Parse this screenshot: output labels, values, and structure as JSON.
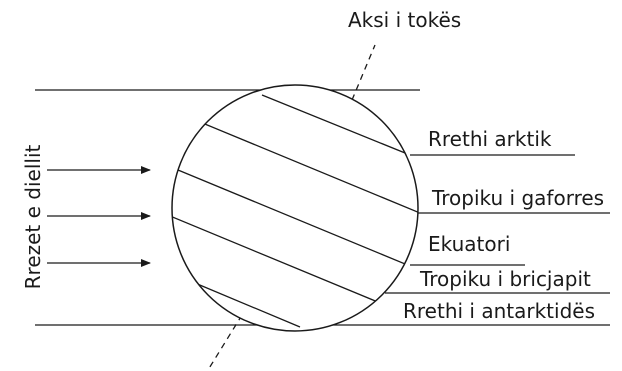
{
  "diagram": {
    "axis_label": "Aksi i tokës",
    "sun_rays_label": "Rrezet e diellit",
    "lines": [
      {
        "key": "arctic",
        "label": "Rrethi arktik"
      },
      {
        "key": "cancer",
        "label": "Tropiku i gaforres"
      },
      {
        "key": "equator",
        "label": "Ekuatori"
      },
      {
        "key": "capricorn",
        "label": "Tropiku i bricjapit"
      },
      {
        "key": "antarctic",
        "label": "Rrethi i antarktidës"
      }
    ]
  }
}
